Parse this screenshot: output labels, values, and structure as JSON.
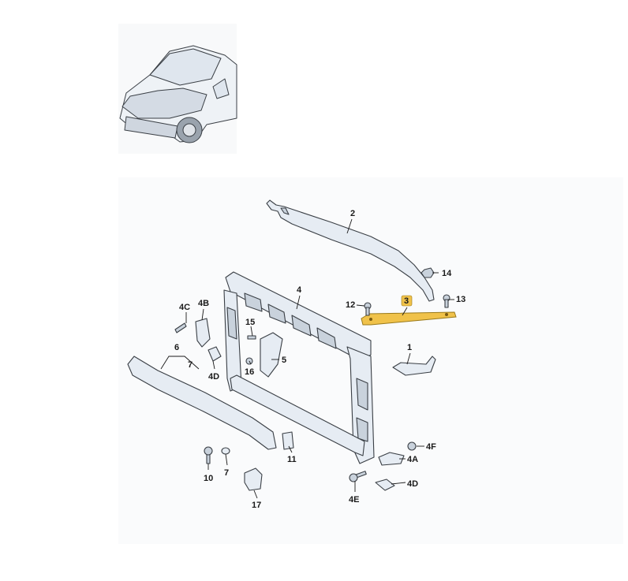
{
  "labels": {
    "p1": "1",
    "p2": "2",
    "p3": "3",
    "p4": "4",
    "p4A": "4A",
    "p4B": "4B",
    "p4C": "4C",
    "p4D_left": "4D",
    "p4D_right": "4D",
    "p4E": "4E",
    "p4F": "4F",
    "p5": "5",
    "p6": "6",
    "p7_top": "7",
    "p7_bottom": "7",
    "p10": "10",
    "p11": "11",
    "p12": "12",
    "p13": "13",
    "p14": "14",
    "p15": "15",
    "p16": "16",
    "p17": "17"
  },
  "highlight_color": "#f0c24a",
  "highlighted_part": "3"
}
